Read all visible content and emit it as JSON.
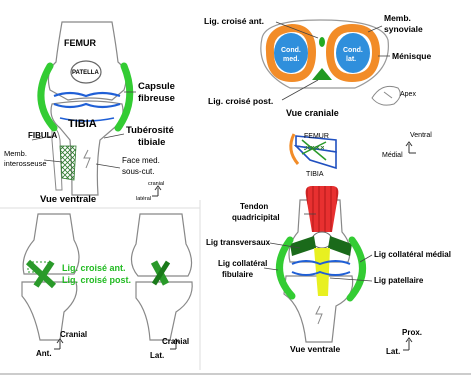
{
  "panel_ventral": {
    "femur": "FEMUR",
    "patella": "PATELLA",
    "tibia": "TIBIA",
    "fibula": "FIBULA",
    "capsule": [
      "Capsule",
      "fibreuse"
    ],
    "tuberosity": [
      "Tubérosité",
      "tibiale"
    ],
    "membrane": [
      "Memb.",
      "interosseuse"
    ],
    "face": [
      "Face med.",
      "sous-cut."
    ],
    "caption": "Vue ventrale",
    "axis_cranial": "cranial",
    "axis_lateral": "latéral"
  },
  "panel_cranial": {
    "lig_ant": "Lig. croisé ant.",
    "lig_post": "Lig. croisé post.",
    "synovial": [
      "Memb.",
      "synoviale"
    ],
    "meniscus": "Ménisque",
    "cond_med": [
      "Cond.",
      "med."
    ],
    "cond_lat": [
      "Cond.",
      "lat."
    ],
    "apex": "Apex",
    "caption": "Vue craniale",
    "mini_femur": "FEMUR",
    "mini_tibia": "TIBIA",
    "axis_ventral": "Ventral",
    "axis_medial": "Médial"
  },
  "panel_cruciate": {
    "lig_ant": "Lig. croisé ant.",
    "lig_post": "Lig. croisé post.",
    "axis_cranial_1": "Cranial",
    "axis_ant": "Ant.",
    "axis_cranial_2": "Cranial",
    "axis_lat": "Lat."
  },
  "panel_tendon": {
    "tendon": [
      "Tendon",
      "quadricipital"
    ],
    "transv": "Lig transversaux",
    "coll_fib": [
      "Lig collatéral",
      "fibulaire"
    ],
    "coll_med": "Lig collatéral médial",
    "patellar": "Lig patellaire",
    "caption": "Vue ventrale",
    "axis_prox": "Prox.",
    "axis_lat": "Lat."
  },
  "colors": {
    "ligament_green": "#33cc33",
    "joint_blue": "#1f5fd6",
    "meniscus_orange": "#f28c28",
    "condyle_blue": "#2f8fdc",
    "tendon_red": "#e83030",
    "patellar_yellow": "#e8f020",
    "cruciate_label_green": "#22bb22"
  }
}
